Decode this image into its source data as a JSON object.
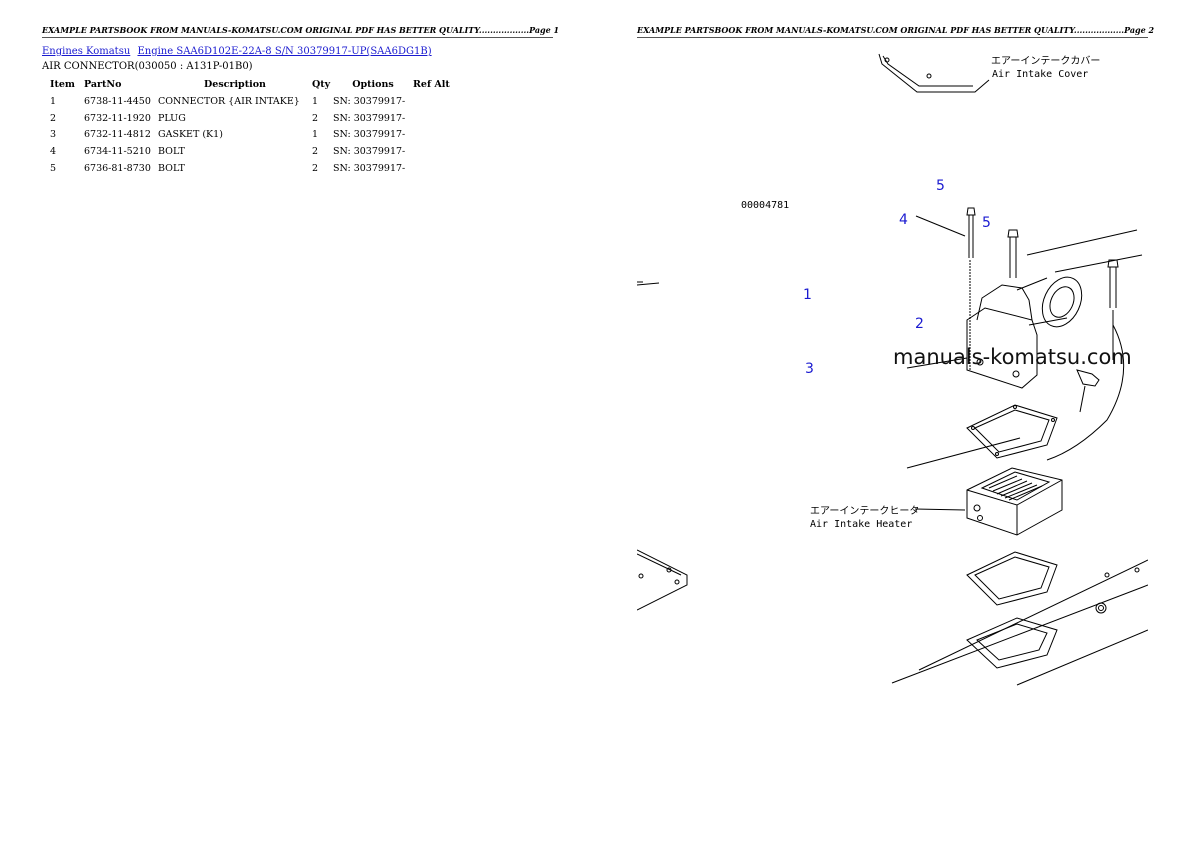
{
  "pages": [
    {
      "header": "EXAMPLE PARTSBOOK FROM MANUALS-KOMATSU.COM ORIGINAL PDF HAS BETTER QUALITY..................Page 1",
      "breadcrumb": [
        {
          "label": "Engines Komatsu"
        },
        {
          "label": "Engine SAA6D102E-22A-8 S/N 30379917-UP(SAA6DG1B)"
        }
      ],
      "section_title": "AIR CONNECTOR(030050 : A131P-01B0)",
      "table": {
        "headers": [
          "Item",
          "PartNo",
          "Description",
          "Qty",
          "Options",
          "Ref Alt"
        ],
        "rows": [
          {
            "item": "1",
            "partno": "6738-11-4450",
            "description": "CONNECTOR {AIR INTAKE}",
            "qty": "1",
            "options": "SN: 30379917-",
            "ref": ""
          },
          {
            "item": "2",
            "partno": "6732-11-1920",
            "description": "PLUG",
            "qty": "2",
            "options": "SN: 30379917-",
            "ref": ""
          },
          {
            "item": "3",
            "partno": "6732-11-4812",
            "description": "GASKET (K1)",
            "qty": "1",
            "options": "SN: 30379917-",
            "ref": ""
          },
          {
            "item": "4",
            "partno": "6734-11-5210",
            "description": "BOLT",
            "qty": "2",
            "options": "SN: 30379917-",
            "ref": ""
          },
          {
            "item": "5",
            "partno": "6736-81-8730",
            "description": "BOLT",
            "qty": "2",
            "options": "SN: 30379917-",
            "ref": ""
          }
        ]
      }
    },
    {
      "header": "EXAMPLE PARTSBOOK FROM MANUALS-KOMATSU.COM ORIGINAL PDF HAS BETTER QUALITY..................Page 2",
      "diagram": {
        "drawing_number": "00004781",
        "labels": [
          {
            "jp": "エアーインテークカバー",
            "en": "Air Intake Cover"
          },
          {
            "jp": "エアーインテークヒータ",
            "en": "Air Intake Heater"
          }
        ],
        "callouts": [
          "5",
          "4",
          "5",
          "1",
          "2",
          "3"
        ],
        "watermark": "manuals-komatsu.com"
      }
    }
  ]
}
